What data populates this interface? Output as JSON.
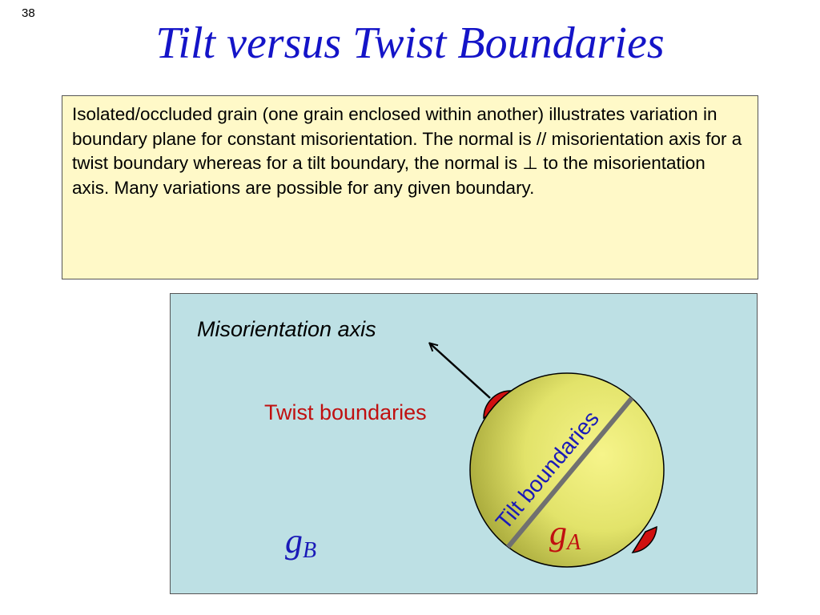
{
  "slide": {
    "number": "38",
    "title": "Tilt versus Twist Boundaries"
  },
  "description": {
    "text": "Isolated/occluded grain (one grain enclosed within another) illustrates variation in boundary plane for constant misorientation. The normal is // misorientation axis for a twist boundary whereas for a tilt boundary, the normal is ⊥ to the misorientation axis.  Many variations are possible for any given boundary."
  },
  "diagram": {
    "axis_label": "Misorientation axis",
    "twist_label": "Twist boundaries",
    "tilt_label": "Tilt boundaries",
    "grain_b": {
      "symbol": "g",
      "subscript": "B"
    },
    "grain_a": {
      "symbol": "g",
      "subscript": "A"
    },
    "colors": {
      "background": "#bde0e4",
      "grain_fill": "#e2e36a",
      "twist": "#d01010",
      "tilt_line": "#707070",
      "blue_text": "#1a1ab8",
      "red_text": "#c01010"
    }
  }
}
